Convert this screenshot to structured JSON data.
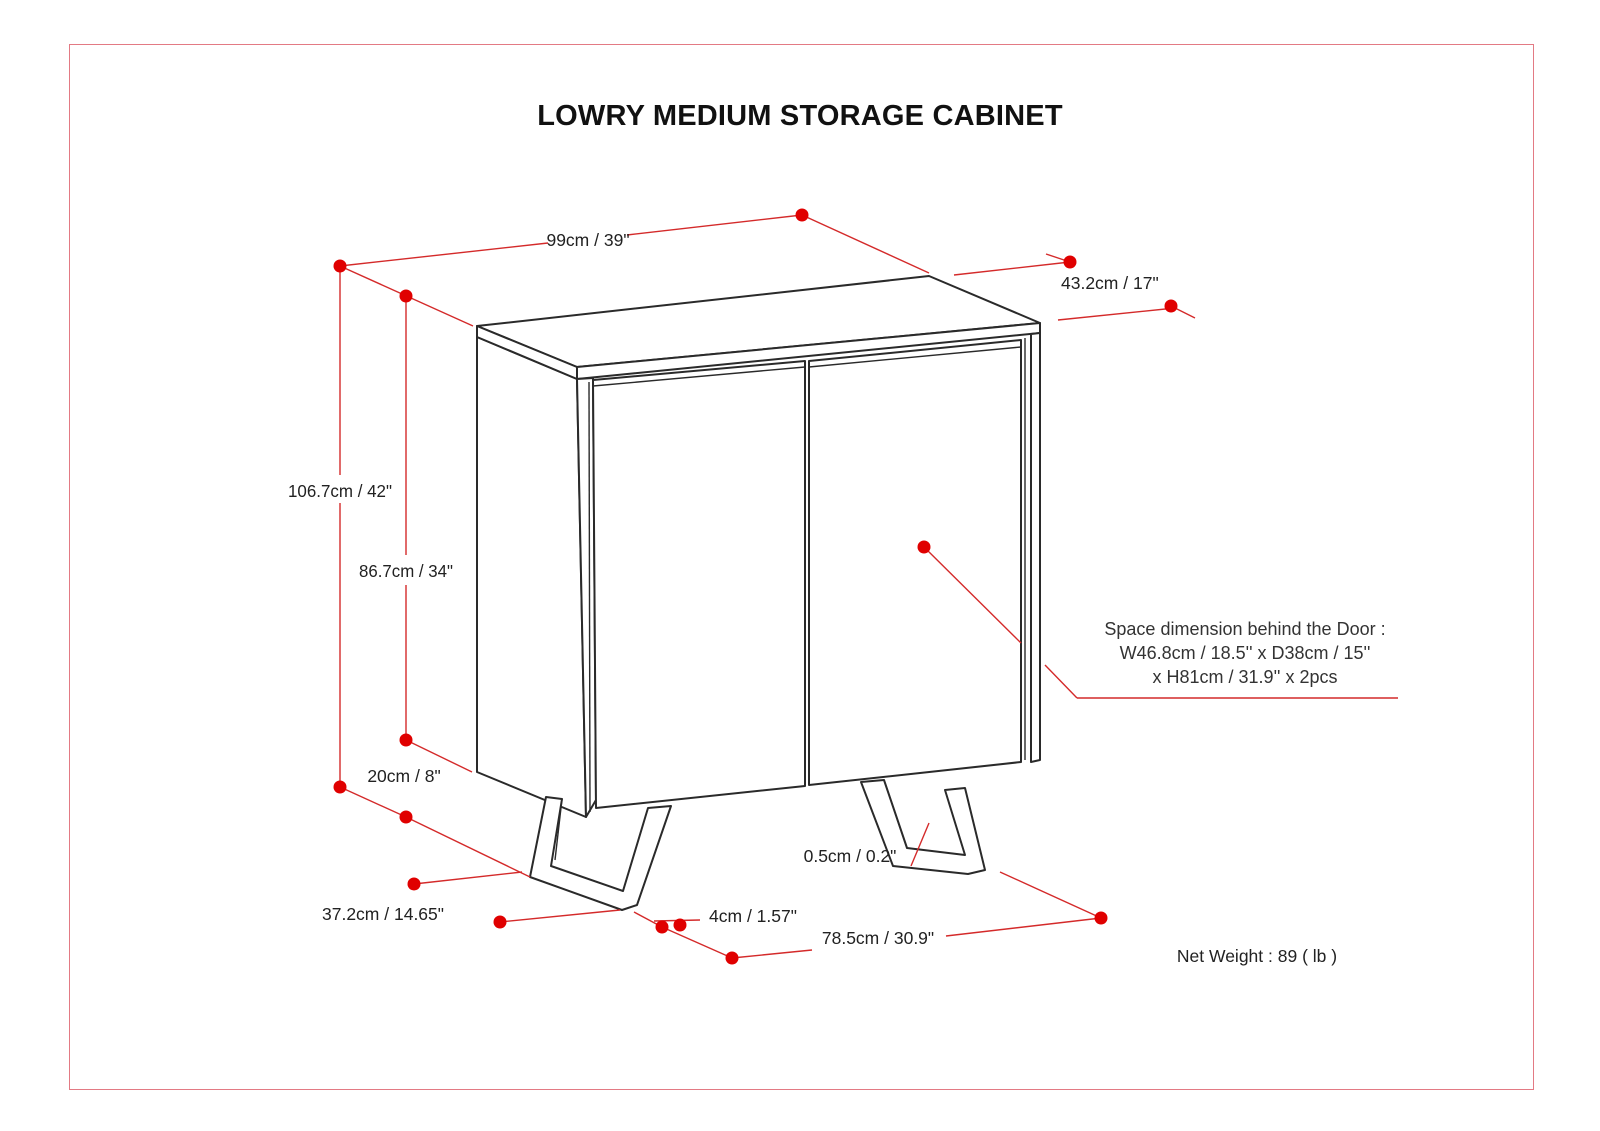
{
  "title": "LOWRY MEDIUM STORAGE CABINET",
  "dimensions": {
    "width": "99cm / 39\"",
    "depth": "43.2cm / 17\"",
    "total_height": "106.7cm / 42\"",
    "body_height": "86.7cm / 34\"",
    "leg_height": "20cm / 8\"",
    "leg_spacing_depth": "37.2cm / 14.65\"",
    "leg_thickness": "4cm / 1.57\"",
    "leg_spacing_width": "78.5cm / 30.9\"",
    "gap": "0.5cm / 0.2\""
  },
  "space_note": {
    "line1": "Space dimension behind the Door :",
    "line2": "W46.8cm / 18.5'' x D38cm / 15''",
    "line3": "x H81cm / 31.9'' x 2pcs"
  },
  "net_weight": "Net Weight : 89 ( lb )",
  "colors": {
    "frame": "#e37a84",
    "dimension_line": "#d42a2a",
    "dimension_dot": "#e00000",
    "outline": "#2a2a2a"
  }
}
